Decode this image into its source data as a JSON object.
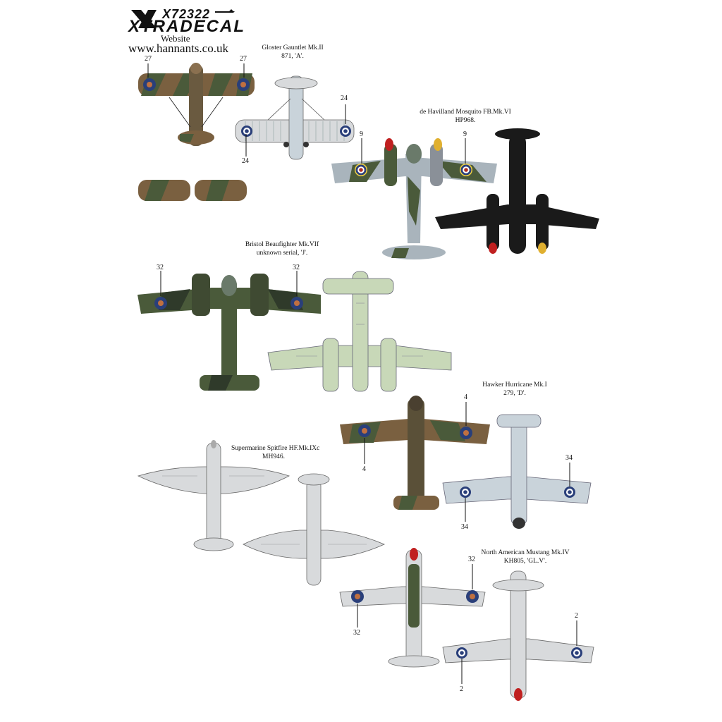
{
  "header": {
    "code": "X72322",
    "brand": "XTRADECAL",
    "website_label": "Website",
    "url": "www.hannants.co.uk"
  },
  "aircraft": {
    "gauntlet": {
      "name": "Gloster Gauntlet Mk.II",
      "detail": "871, 'A'.",
      "num_a": "27",
      "num_b": "27",
      "num_c": "24",
      "num_d": "24"
    },
    "mosquito": {
      "name": "de Havilland Mosquito FB.Mk.VI",
      "detail": "HP968.",
      "num_a": "9",
      "num_b": "9"
    },
    "beaufighter": {
      "name": "Bristol Beaufighter Mk.VIf",
      "detail": "unknown serial, 'J'.",
      "num_a": "32",
      "num_b": "32"
    },
    "hurricane": {
      "name": "Hawker Hurricane Mk.I",
      "detail": "279, 'D'.",
      "num_a": "4",
      "num_b": "4",
      "num_c": "34",
      "num_d": "34"
    },
    "spitfire": {
      "name": "Supermarine Spitfire HF.Mk.IXc",
      "detail": "MH946."
    },
    "mustang": {
      "name": "North American Mustang Mk.IV",
      "detail": "KH805, 'GL.V'.",
      "num_a": "32",
      "num_b": "32",
      "num_c": "2",
      "num_d": "2"
    }
  },
  "colors": {
    "dark_green": "#4a5a3a",
    "dark_earth": "#7a6040",
    "ocean_grey": "#8a9098",
    "medium_sea_grey": "#a9b4bc",
    "sky_grey": "#c9d3da",
    "duck_egg": "#c8d8b8",
    "silver": "#d8dadc",
    "night_black": "#1a1a1a",
    "roundel_blue": "#2a3f7a",
    "roundel_red": "#b03020",
    "roundel_yellow": "#e0b030",
    "spinner_red": "#c02020"
  }
}
